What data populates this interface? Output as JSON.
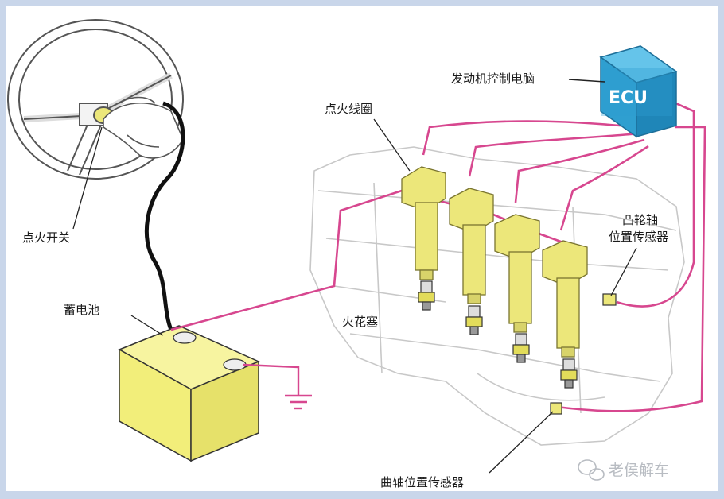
{
  "labels": {
    "ecu": "发动机控制电脑",
    "ecu_box": "ECU",
    "ignition_coil": "点火线圈",
    "ignition_switch": "点火开关",
    "battery": "蓄电池",
    "spark_plug": "火花塞",
    "camshaft_sensor_line1": "凸轮轴",
    "camshaft_sensor_line2": "位置传感器",
    "crankshaft_sensor": "曲轴位置传感器"
  },
  "watermark": "老侯解车",
  "colors": {
    "wire": "#d7478f",
    "ecu_fill": "#2f9fd0",
    "battery_fill": "#f2ee7a",
    "coil_fill": "#ece77a",
    "black_wire": "#111111",
    "frame_blue": "#b9cbe6"
  }
}
